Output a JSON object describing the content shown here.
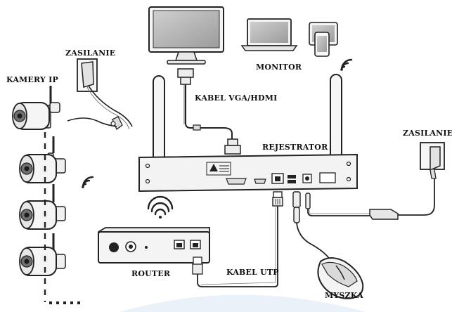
{
  "labels": {
    "cameras": "KAMERY IP",
    "power_left": "ZASILANIE",
    "monitor": "MONITOR",
    "cable_vga": "KABEL VGA/HDMI",
    "recorder": "REJESTRATOR",
    "power_right": "ZASILANIE",
    "router": "ROUTER",
    "cable_utp": "KABEL UTP",
    "mouse": "MYSZKA"
  },
  "colors": {
    "outline": "#222222",
    "device_fill": "#f2f2f2",
    "screen_fill": "#bdbdbd",
    "arc_fill": "#eaf1f8"
  }
}
